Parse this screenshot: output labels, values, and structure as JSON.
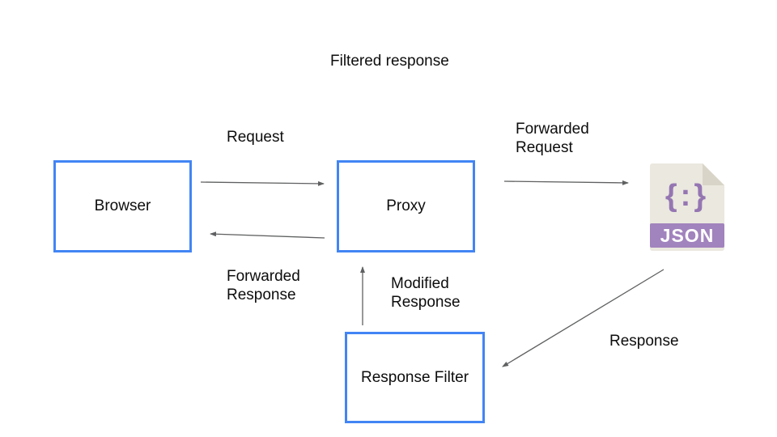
{
  "diagram": {
    "title": "Filtered response",
    "nodes": [
      {
        "id": "browser",
        "label": "Browser"
      },
      {
        "id": "proxy",
        "label": "Proxy"
      },
      {
        "id": "response-filter",
        "label": "Response Filter"
      }
    ],
    "edge_labels": {
      "request": "Request",
      "forwarded_request": "Forwarded\nRequest",
      "forwarded_response": "Forwarded\nResponse",
      "modified_response": "Modified\nResponse",
      "response": "Response"
    },
    "json_icon": {
      "glyph": "{:}",
      "label": "JSON"
    },
    "colors": {
      "node_border": "#4285f4",
      "arrow": "#5f6061",
      "text": "#0d0d0d",
      "json_body": "#eae8df",
      "json_fold": "#d8d5c8",
      "json_banner": "#a183bd",
      "json_glyph": "#9576b2",
      "json_label_text": "#ffffff"
    }
  }
}
